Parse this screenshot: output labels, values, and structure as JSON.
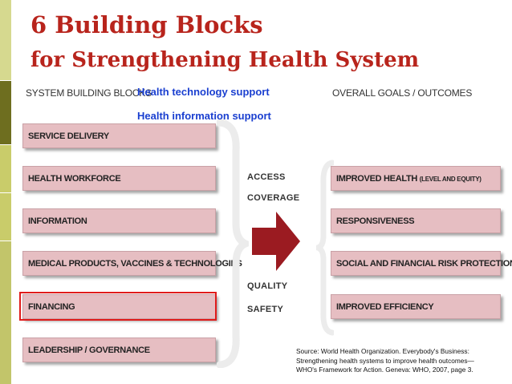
{
  "slide": {
    "title_line1": "6 Building Blocks",
    "title_line2": "for Strengthening Health System"
  },
  "diagram": {
    "header_left": "SYSTEM BUILDING BLOCKS",
    "header_right": "OVERALL GOALS / OUTCOMES",
    "overlay_1": "Health technology support",
    "overlay_2": "Health information support",
    "blocks": [
      "SERVICE DELIVERY",
      "HEALTH WORKFORCE",
      "INFORMATION",
      "MEDICAL PRODUCTS, VACCINES & TECHNOLOGIES",
      "FINANCING",
      "LEADERSHIP / GOVERNANCE"
    ],
    "highlighted_block": "FINANCING",
    "criteria": [
      "ACCESS",
      "COVERAGE",
      "QUALITY",
      "SAFETY"
    ],
    "outcomes": [
      {
        "main": "IMPROVED HEALTH",
        "note": "(LEVEL AND EQUITY)"
      },
      {
        "main": "RESPONSIVENESS",
        "note": ""
      },
      {
        "main": "SOCIAL AND FINANCIAL RISK PROTECTION",
        "note": ""
      },
      {
        "main": "IMPROVED EFFICIENCY",
        "note": ""
      }
    ],
    "source_line1": "Source:  World Health Organization.  Everybody's Business:",
    "source_line2": "Strengthening health systems to improve health outcomes—",
    "source_line3": "WHO's Framework for Action.  Geneva:  WHO, 2007, page 3."
  },
  "colors": {
    "title": "#b8241c",
    "overlay": "#1a3fd0",
    "block_fill": "#e6bec2",
    "arrow": "#9b1b21",
    "highlight": "#e01b1b",
    "brace": "#ececec"
  }
}
